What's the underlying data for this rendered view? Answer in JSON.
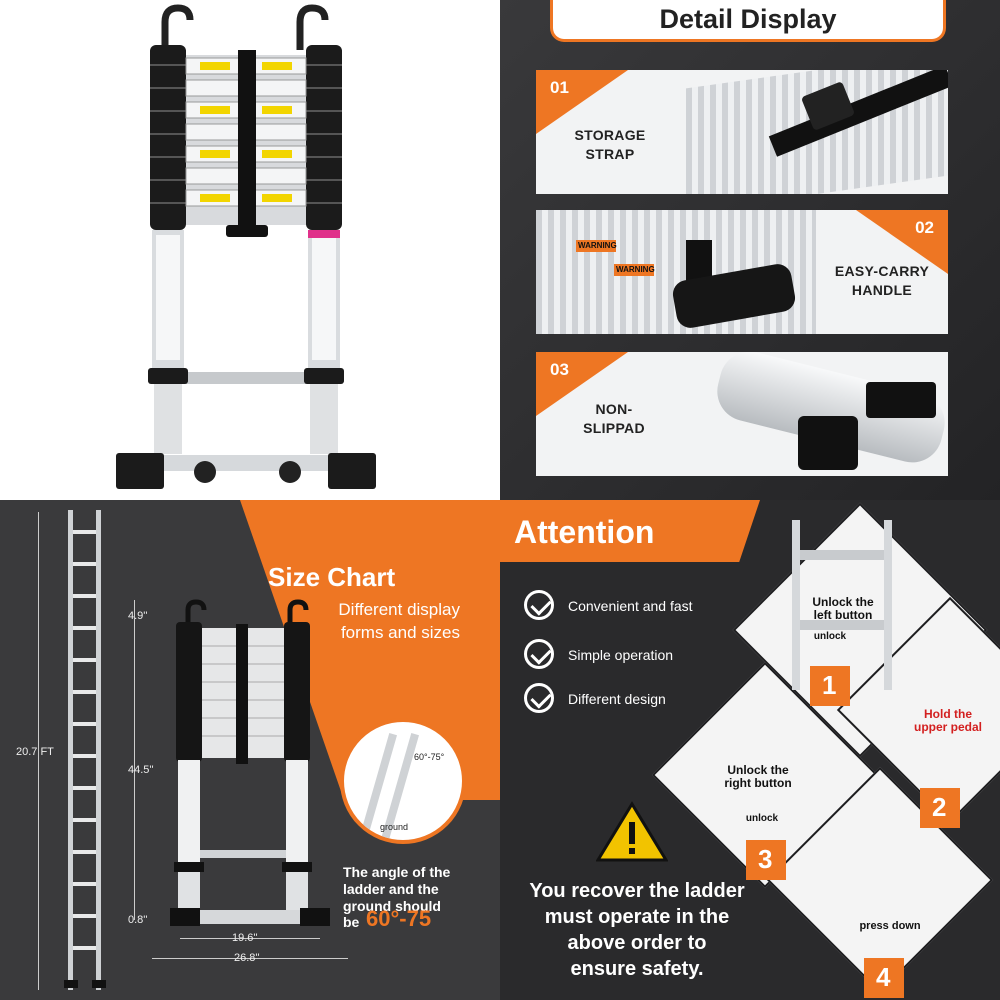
{
  "detail": {
    "title": "Detail Display",
    "cards": [
      {
        "num": "01",
        "label_l1": "STORAGE",
        "label_l2": "STRAP"
      },
      {
        "num": "02",
        "label_l1": "EASY-CARRY",
        "label_l2": "HANDLE"
      },
      {
        "num": "03",
        "label_l1": "NON-",
        "label_l2": "SLIPPAD"
      }
    ],
    "warning": "WARNING"
  },
  "size": {
    "title": "Size Chart",
    "subtitle_l1": "Different display",
    "subtitle_l2": "forms and sizes",
    "total_height": "20.7 FT",
    "top": "4.9''",
    "mid": "44.5''",
    "bottom": "0.8''",
    "inner_width": "19.6''",
    "outer_width": "26.8''",
    "angle_badge": "60°-75°",
    "ground": "ground",
    "angle_text_l1": "The angle of the",
    "angle_text_l2": "ladder and the",
    "angle_text_l3": "ground should",
    "angle_be": "be",
    "angle_value": "60°-75"
  },
  "attention": {
    "title": "Attention",
    "features": [
      "Convenient and fast",
      "Simple operation",
      "Different design"
    ],
    "safety_l1": "You recover the ladder",
    "safety_l2": "must operate in the",
    "safety_l3": "above order to",
    "safety_l4": "ensure safety.",
    "steps": [
      {
        "num": "1",
        "l1": "Unlock the",
        "l2": "left button",
        "tag": "unlock"
      },
      {
        "num": "2",
        "l1": "Hold the",
        "l2": "upper pedal"
      },
      {
        "num": "3",
        "l1": "Unlock the",
        "l2": "right button",
        "tag": "unlock"
      },
      {
        "num": "4",
        "l1": "press down"
      }
    ]
  },
  "colors": {
    "accent": "#ee7623",
    "dark": "#2c2c2e"
  }
}
